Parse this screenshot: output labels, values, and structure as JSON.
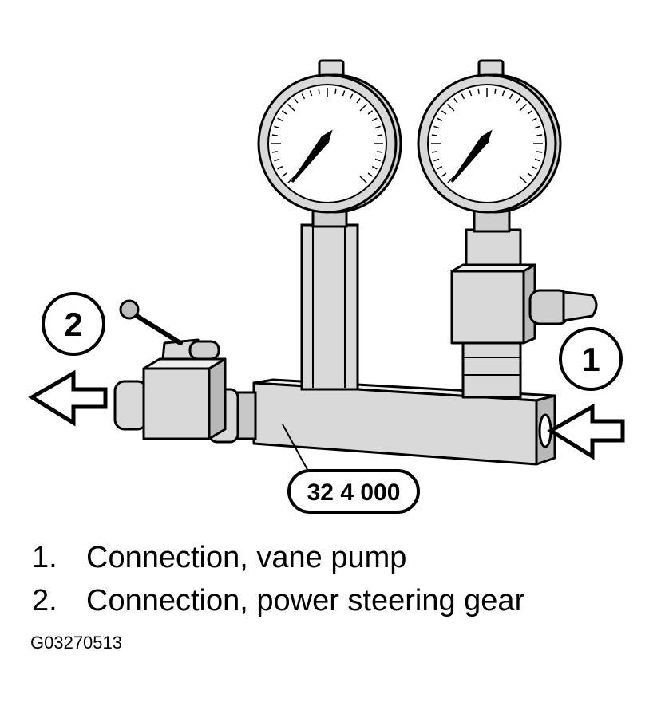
{
  "diagram": {
    "callouts": {
      "one": "1",
      "two": "2",
      "tool_number": "32 4 000"
    }
  },
  "legend": [
    {
      "number": "1.",
      "text": "Connection, vane pump"
    },
    {
      "number": "2.",
      "text": "Connection, power steering gear"
    }
  ],
  "figure_id": "G03270513",
  "colors": {
    "line": "#000000",
    "fill": "#d9d9d9",
    "dark_fill": "#bdbdbd",
    "background": "#ffffff"
  }
}
